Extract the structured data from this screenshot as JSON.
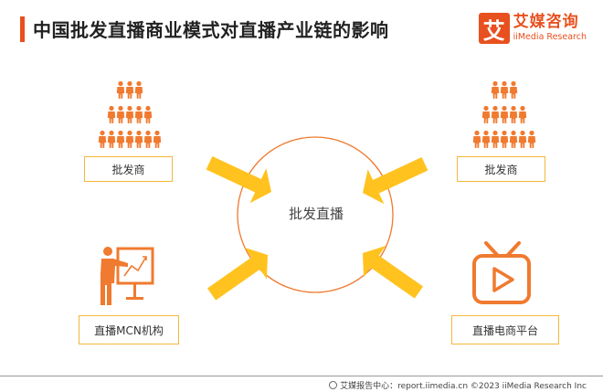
{
  "header": {
    "title": "中国批发直播商业模式对直播产业链的影响"
  },
  "brand": {
    "mark": "艾",
    "name_cn": "艾媒咨询",
    "name_en": "iiMedia Research",
    "color": "#e8501f"
  },
  "center": {
    "label": "批发直播"
  },
  "nodes": {
    "top_left": {
      "label": "批发商",
      "icon": "people-pyramid-icon"
    },
    "top_right": {
      "label": "批发商",
      "icon": "people-pyramid-icon"
    },
    "bottom_left": {
      "label": "直播MCN机构",
      "icon": "presenter-chart-icon"
    },
    "bottom_right": {
      "label": "直播电商平台",
      "icon": "tv-play-icon"
    }
  },
  "colors": {
    "accent": "#e8501f",
    "arrow": "#ffc21f",
    "icon": "#f07a2f",
    "box_border": "#f5b73b"
  },
  "footer": {
    "text": "艾媒报告中心：report.iimedia.cn  ©2023  iiMedia Research  Inc"
  }
}
